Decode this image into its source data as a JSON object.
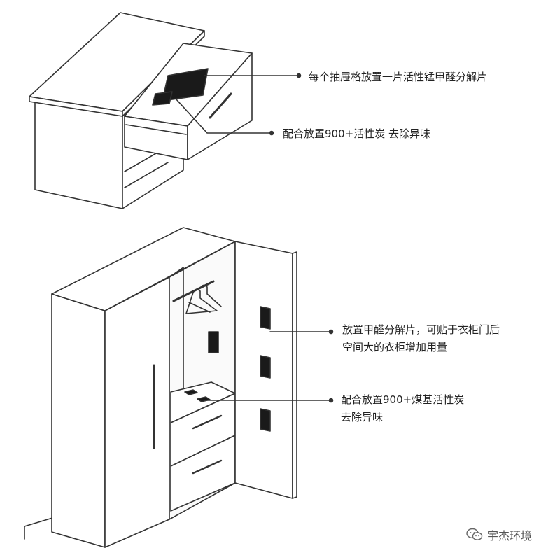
{
  "callouts": {
    "drawer_sheet": "每个抽屉格放置一片活性锰甲醛分解片",
    "drawer_carbon": "配合放置900+活性炭 去除异味",
    "wardrobe_sheet_line1": "放置甲醛分解片，可贴于衣柜门后",
    "wardrobe_sheet_line2": "空间大的衣柜增加用量",
    "wardrobe_carbon_line1": "配合放置900+煤基活性炭",
    "wardrobe_carbon_line2": "去除异味"
  },
  "watermark": {
    "text": "宇杰环境",
    "icon": "wechat-icon"
  },
  "colors": {
    "line": "#333333",
    "fill": "#ffffff",
    "sheet": "#1a1a1a"
  }
}
